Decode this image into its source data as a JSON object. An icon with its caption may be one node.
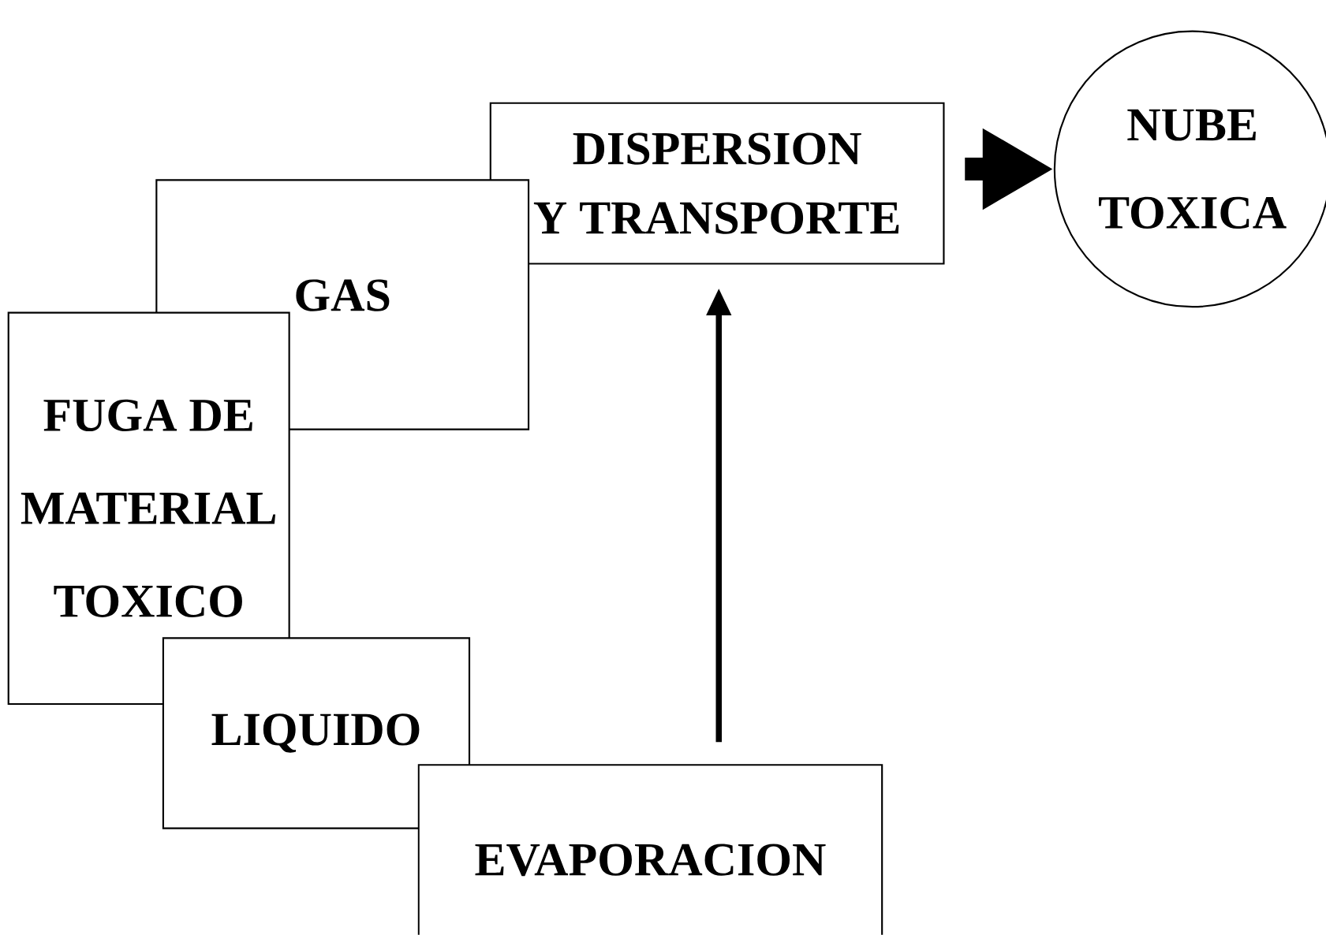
{
  "diagram": {
    "nodes": [
      {
        "text": [
          "FUGA DE MATERIAL TOXICO"
        ]
      },
      {
        "text": [
          "GAS"
        ]
      },
      {
        "text": [
          "LIQUIDO"
        ]
      },
      {
        "text": [
          "EVAPORACION"
        ]
      },
      {
        "text": [
          "DISPERSION Y TRANSPORTE"
        ]
      },
      {
        "text": [
          "NUBE TOXICA"
        ]
      }
    ],
    "edges": [
      {
        "from": 3,
        "to": 4,
        "arrow": "to"
      },
      {
        "from": 4,
        "to": 5,
        "arrow": "to",
        "style": "thick"
      }
    ]
  }
}
